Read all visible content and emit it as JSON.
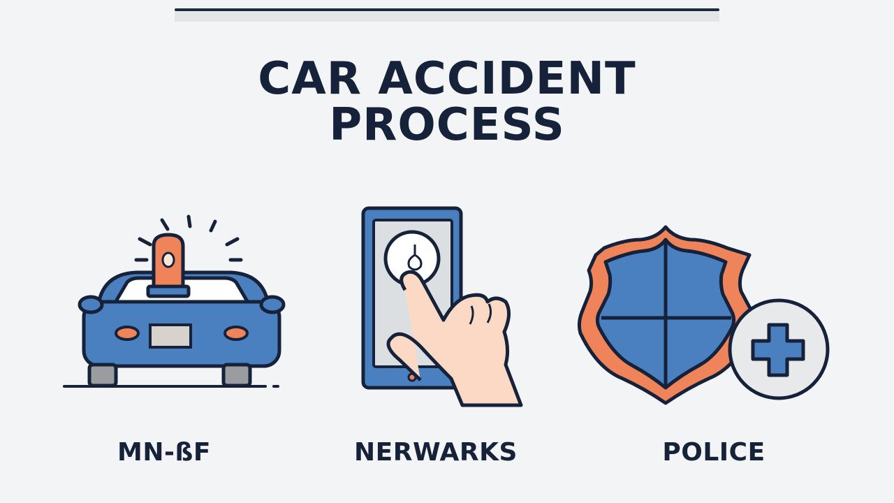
{
  "title": "CAR ACCIDENT PROCESS",
  "steps": [
    {
      "label": "MN-ßF",
      "icon": "car-with-siren-icon"
    },
    {
      "label": "NERWARKS",
      "icon": "phone-tap-icon"
    },
    {
      "label": "POLICE",
      "icon": "shield-cross-icon"
    }
  ],
  "colors": {
    "navy": "#16213a",
    "blue": "#4a7fc0",
    "orange": "#ef845a",
    "skin": "#fbd9c4",
    "background": "#f3f4f5"
  }
}
